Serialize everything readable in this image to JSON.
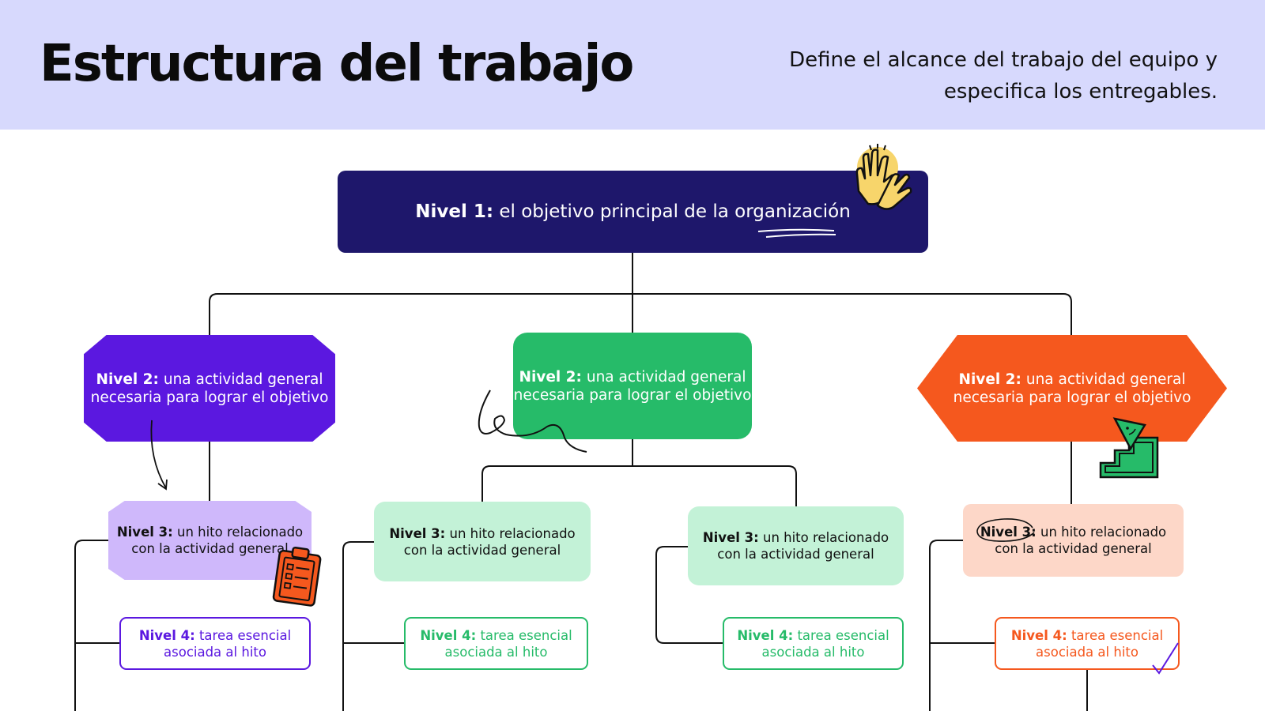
{
  "header": {
    "title": "Estructura del trabajo",
    "subtitle_line1": "Define el alcance del trabajo del equipo y",
    "subtitle_line2": "especifica los entregables.",
    "background": "#d7d9fd"
  },
  "level1": {
    "label": "Nivel 1:",
    "text": "el objetivo principal de la organización",
    "color": "#1e176b"
  },
  "level2": [
    {
      "label": "Nivel 2:",
      "line1": "una actividad general",
      "line2": "necesaria para lograr el objetivo",
      "color": "#5b18e0"
    },
    {
      "label": "Nivel 2:",
      "line1": "una actividad general",
      "line2": "necesaria para lograr el objetivo",
      "color": "#26bb69"
    },
    {
      "label": "Nivel 2:",
      "line1": "una actividad general",
      "line2": "necesaria para lograr el objetivo",
      "color": "#f5581e"
    }
  ],
  "level3": [
    {
      "label": "Nivel 3:",
      "line1": "un hito relacionado",
      "line2": "con la actividad general",
      "color": "#cfb8fb"
    },
    {
      "label": "Nivel 3:",
      "line1": "un hito relacionado",
      "line2": "con la actividad general",
      "color": "#c3f2d7"
    },
    {
      "label": "Nivel 3:",
      "line1": "un hito relacionado",
      "line2": "con la actividad general",
      "color": "#c3f2d7"
    },
    {
      "label": "Nivel 3:",
      "line1": "un hito relacionado",
      "line2": "con la actividad general",
      "color": "#fdd7c8"
    }
  ],
  "level4": [
    {
      "label": "Nivel 4:",
      "line1": "tarea esencial",
      "line2": "asociada al hito",
      "color": "#5b18e0"
    },
    {
      "label": "Nivel 4:",
      "line1": "tarea esencial",
      "line2": "asociada al hito",
      "color": "#26bb69"
    },
    {
      "label": "Nivel 4:",
      "line1": "tarea esencial",
      "line2": "asociada al hito",
      "color": "#26bb69"
    },
    {
      "label": "Nivel 4:",
      "line1": "tarea esencial",
      "line2": "asociada al hito",
      "color": "#f5581e"
    }
  ],
  "decorations": [
    "high-five-icon",
    "clipboard-icon",
    "stairs-icon",
    "scribble-icon",
    "arrow-icon",
    "checkmark-icon"
  ]
}
